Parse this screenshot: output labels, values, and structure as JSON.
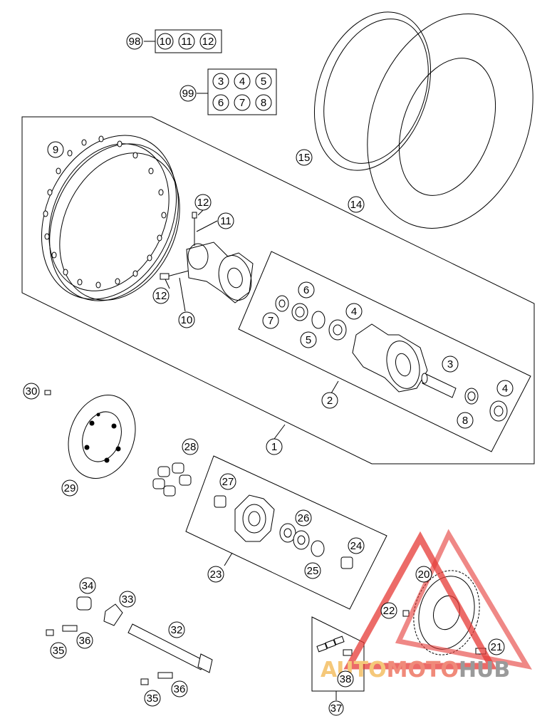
{
  "callouts": {
    "c1": "1",
    "c2": "2",
    "c3": "3",
    "c4a": "4",
    "c4b": "4",
    "c5": "5",
    "c6": "6",
    "c7": "7",
    "c8": "8",
    "c9": "9",
    "c10": "10",
    "c11": "11",
    "c12": "12",
    "c14": "14",
    "c15": "15",
    "c20": "20",
    "c21": "21",
    "c22": "22",
    "c23": "23",
    "c24": "24",
    "c25": "25",
    "c26": "26",
    "c27": "27",
    "c28": "28",
    "c29": "29",
    "c30": "30",
    "c32": "32",
    "c33": "33",
    "c34": "34",
    "c35a": "35",
    "c35b": "35",
    "c36a": "36",
    "c36b": "36",
    "c37": "37",
    "c38": "38"
  },
  "kits": {
    "k98": {
      "label": "98",
      "items": [
        "10",
        "11",
        "12"
      ]
    },
    "k99": {
      "label": "99",
      "items": [
        "3",
        "4",
        "5",
        "6",
        "7",
        "8"
      ]
    }
  },
  "watermark": {
    "part1": "AUTO",
    "part2": "MOTO",
    "part3": "HUB",
    "color1": "#f5c87a",
    "color2": "#f08a7a",
    "color3": "#9a9a9a",
    "triangle_color": "#e53935"
  }
}
